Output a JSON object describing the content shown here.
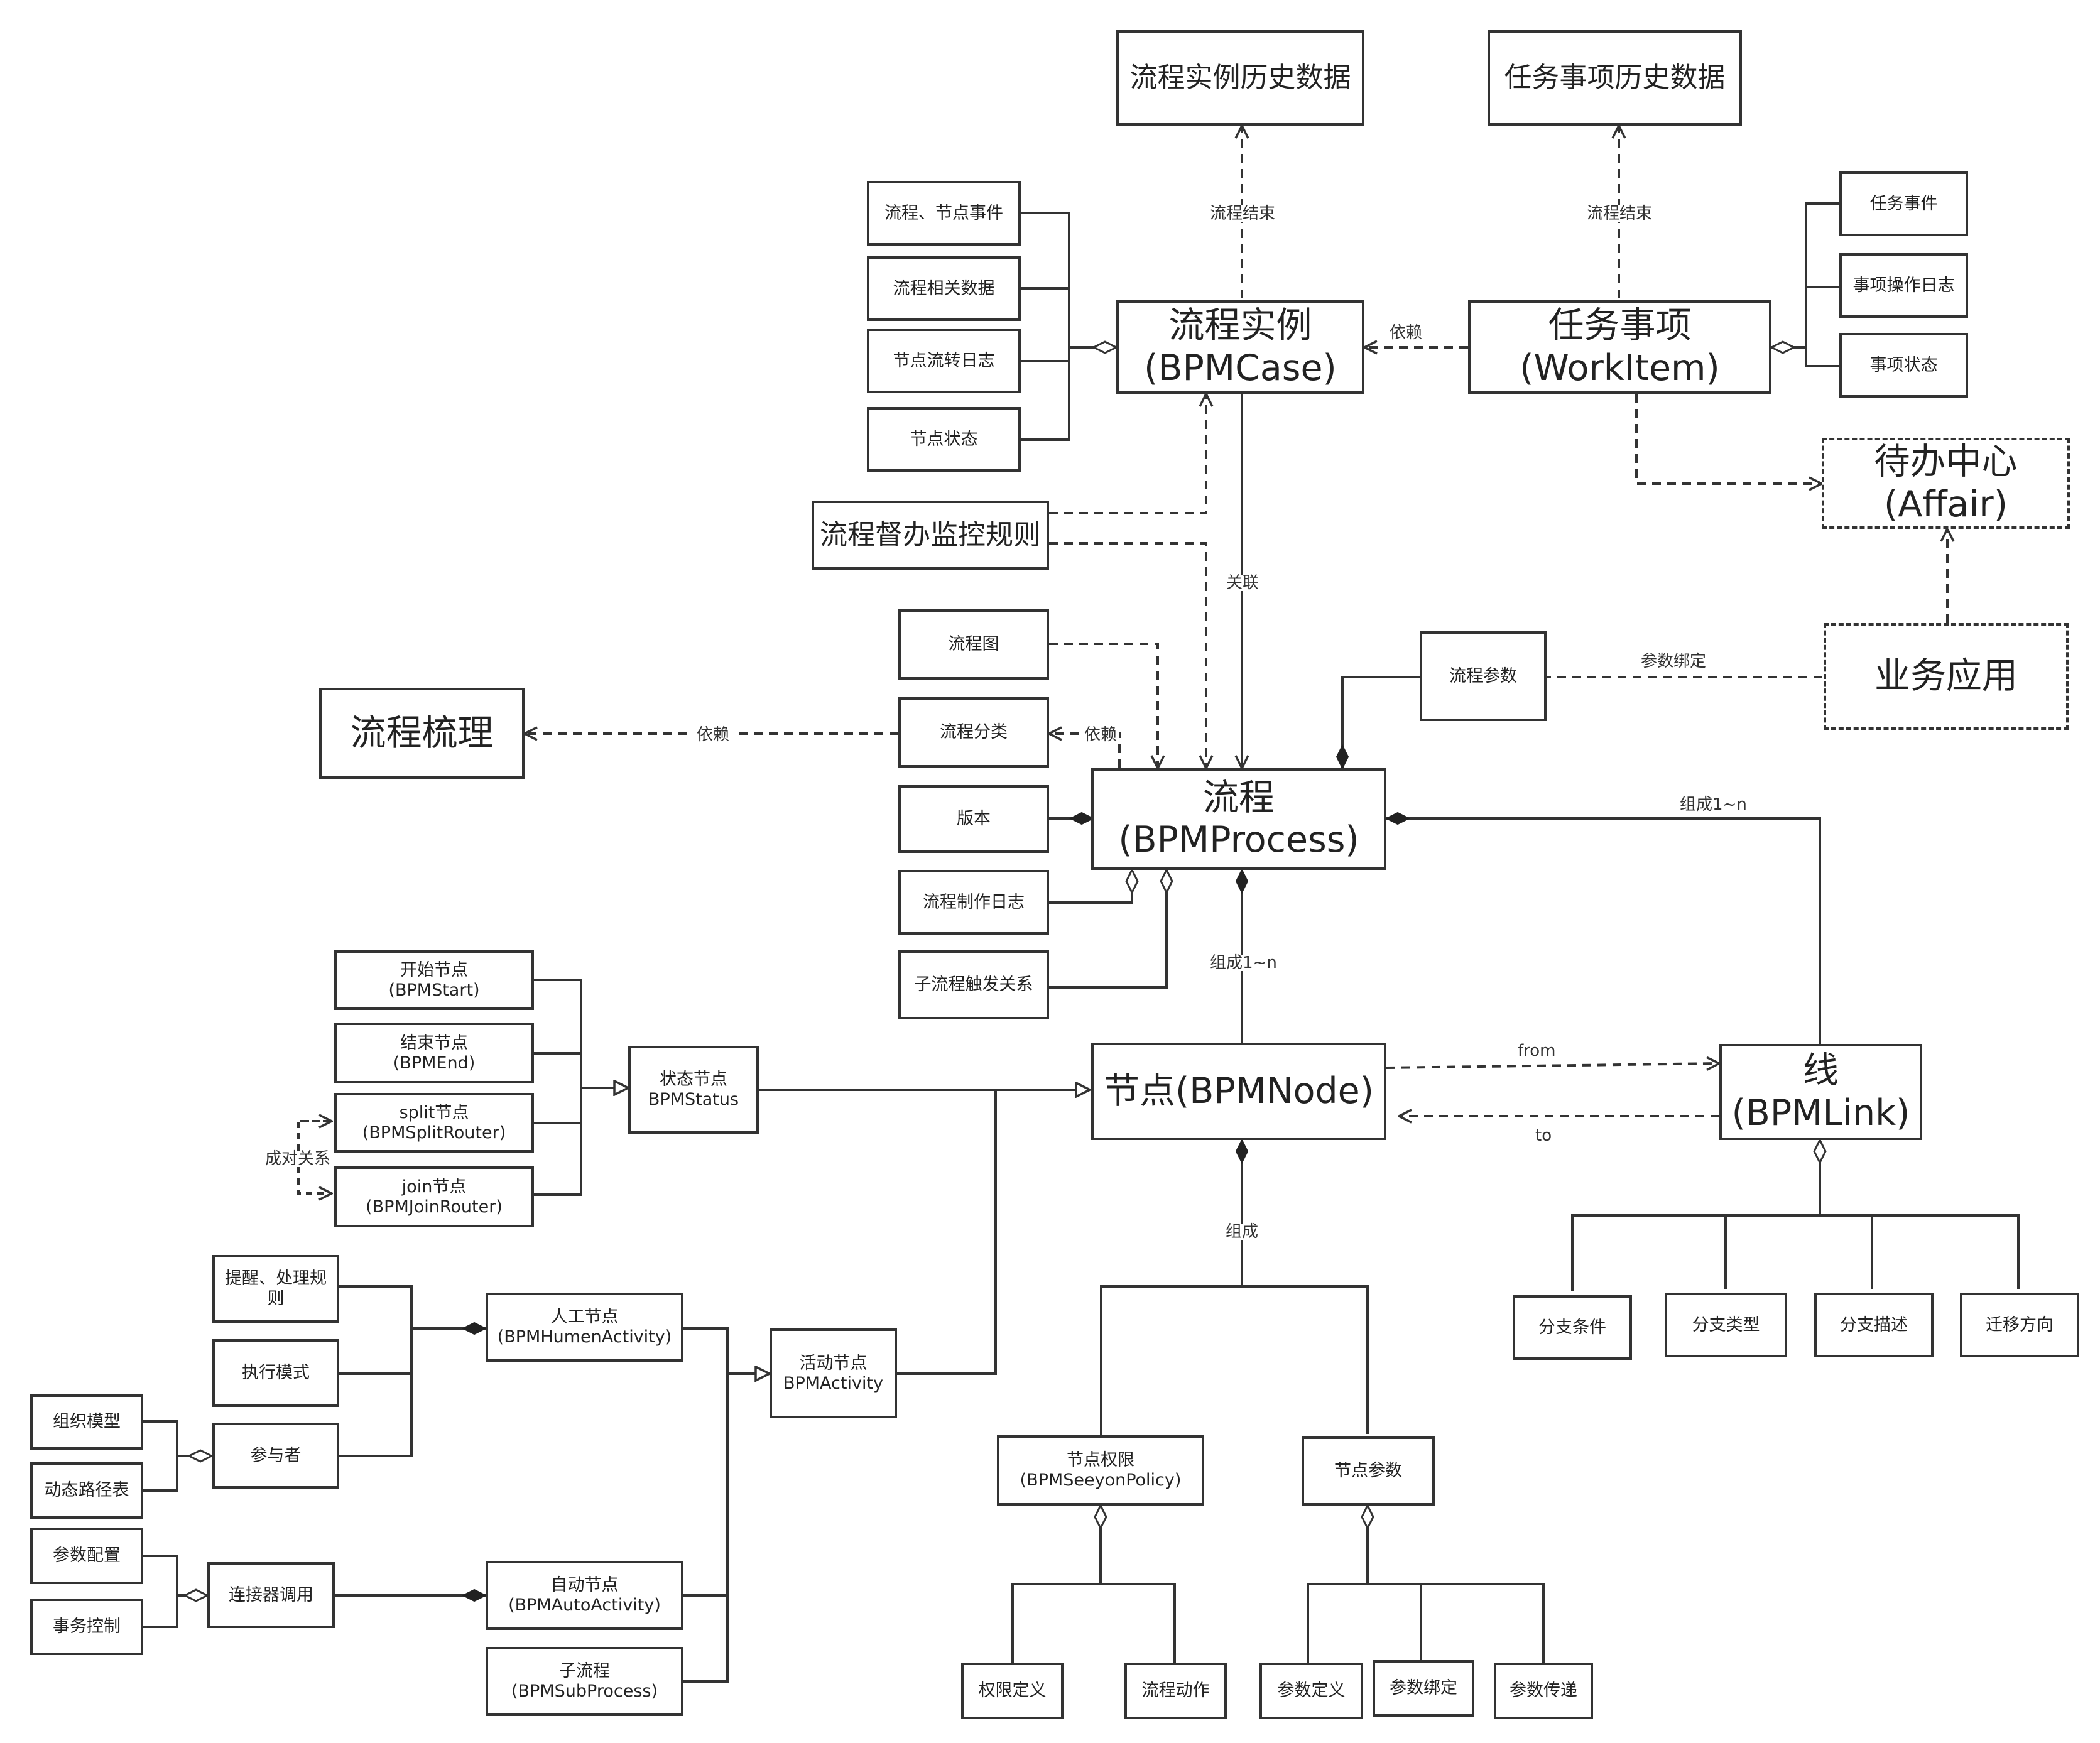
{
  "nodes": {
    "case_history": "流程实例历史数据",
    "workitem_history": "任务事项历史数据",
    "flow_node_event": "流程、节点事件",
    "flow_data": "流程相关数据",
    "node_log": "节点流转日志",
    "node_state": "节点状态",
    "bpmcase": "流程实例\n(BPMCase)",
    "workitem": "任务事项\n(WorkItem)",
    "task_event": "任务事件",
    "op_log": "事项操作日志",
    "item_state": "事项状态",
    "affair": "待办中心\n(Affair)",
    "monitor_rule": "流程督办监控规则",
    "flow_chart": "流程图",
    "flow_sort": "流程梳理",
    "flow_category": "流程分类",
    "version": "版本",
    "make_log": "流程制作日志",
    "subflow_rel": "子流程触发关系",
    "process": "流程\n(BPMProcess)",
    "flow_param": "流程参数",
    "biz_app": "业务应用",
    "start_node": "开始节点\n(BPMStart)",
    "end_node": "结束节点\n(BPMEnd)",
    "split_node": "split节点\n(BPMSplitRouter)",
    "join_node": "join节点\n(BPMJoinRouter)",
    "status_node": "状态节点\nBPMStatus",
    "bpmnode": "节点(BPMNode)",
    "bpmlink": "线\n(BPMLink)",
    "branch_cond": "分支条件",
    "branch_type": "分支类型",
    "branch_desc": "分支描述",
    "move_dir": "迁移方向",
    "remind_rule": "提醒、处理规\n则",
    "exec_mode": "执行模式",
    "human_node": "人工节点\n(BPMHumenActivity)",
    "activity_node": "活动节点\nBPMActivity",
    "org_model": "组织模型",
    "dyn_path": "动态路径表",
    "participant": "参与者",
    "param_config": "参数配置",
    "tx_control": "事务控制",
    "connector": "连接器调用",
    "auto_node": "自动节点\n(BPMAutoActivity)",
    "subprocess": "子流程\n(BPMSubProcess)",
    "node_policy": "节点权限\n(BPMSeeyonPolicy)",
    "node_param": "节点参数",
    "perm_def": "权限定义",
    "flow_action": "流程动作",
    "param_def": "参数定义",
    "param_bind": "参数绑定",
    "param_pass": "参数传递"
  },
  "edge_labels": {
    "process_end_1": "流程结束",
    "process_end_2": "流程结束",
    "depend_1": "依赖",
    "depend_2": "依赖",
    "depend_3": "依赖",
    "associate": "关联",
    "param_binding": "参数绑定",
    "compose_1n_a": "组成1~n",
    "compose_1n_b": "组成1~n",
    "from": "from",
    "to": "to",
    "compose": "组成",
    "pair_relation": "成对关系"
  },
  "colors": {
    "line": "#333333",
    "background": "#ffffff",
    "text": "#222222"
  }
}
